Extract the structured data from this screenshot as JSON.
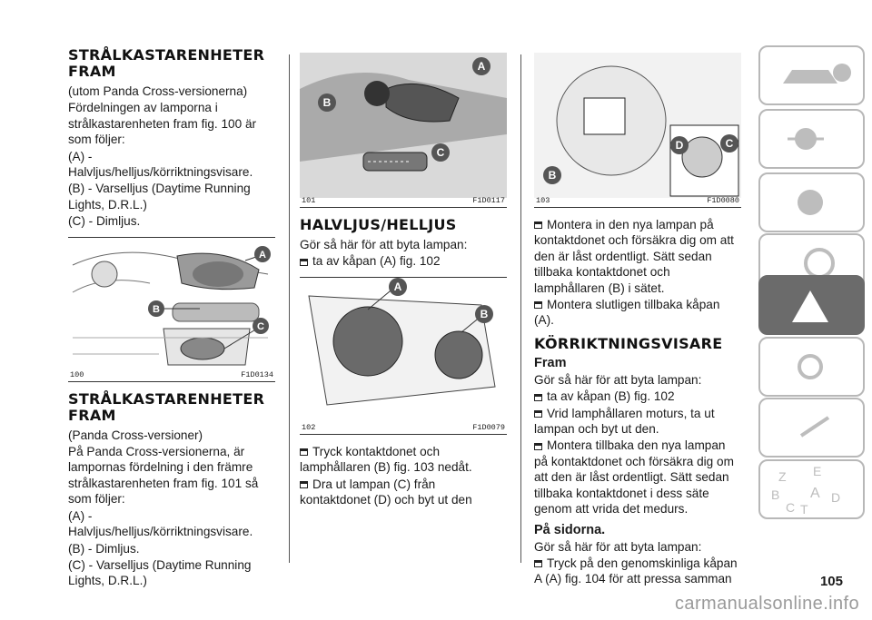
{
  "col1": {
    "heading1": "STRÅLKASTARENHETER FRAM",
    "lines1": [
      "(utom Panda Cross-versionerna)",
      "Fördelningen av lamporna i strålkastarenheten fram fig. 100 är som följer:",
      "(A) - Halvljus/helljus/körriktningsvisare.",
      "(B) - Varselljus (Daytime Running Lights, D.R.L.)",
      "(C) - Dimljus."
    ],
    "fig": {
      "num": "100",
      "code": "F1D0134",
      "callouts": [
        "A",
        "B",
        "C"
      ]
    },
    "heading2": "STRÅLKASTARENHETER FRAM",
    "lines2": [
      "(Panda Cross-versioner)",
      "På Panda Cross-versionerna, är lampornas fördelning i den främre strålkastarenheten fram fig. 101 så som följer:",
      "(A) - Halvljus/helljus/körriktningsvisare.",
      "(B) - Dimljus.",
      "(C) - Varselljus (Daytime Running Lights, D.R.L.)"
    ]
  },
  "col2": {
    "fig1": {
      "num": "101",
      "code": "F1D0117",
      "callouts": [
        "A",
        "B",
        "C"
      ]
    },
    "heading": "HALVLJUS/HELLJUS",
    "intro": "Gör så här för att byta lampan:",
    "bullet1": "ta av kåpan (A) fig. 102",
    "fig2": {
      "num": "102",
      "code": "F1D0079",
      "callouts": [
        "A",
        "B"
      ]
    },
    "bullets": [
      "Tryck kontaktdonet och lamphållaren (B) fig. 103 nedåt.",
      "Dra ut lampan (C) från kontaktdonet (D) och byt ut den"
    ]
  },
  "col3": {
    "fig": {
      "num": "103",
      "code": "F1D0080",
      "callouts": [
        "B",
        "D",
        "C"
      ]
    },
    "bullets1": [
      "Montera in den nya lampan på kontaktdonet och försäkra dig om att den är låst ordentligt. Sätt sedan tillbaka kontaktdonet och lamphållaren (B) i sätet.",
      "Montera slutligen tillbaka kåpan (A)."
    ],
    "heading": "KÖRRIKTNINGSVISARE",
    "sub1": "Fram",
    "intro1": "Gör så här för att byta lampan:",
    "bullets2": [
      "ta av kåpan (B) fig. 102",
      "Vrid lamphållaren moturs, ta ut lampan och byt ut den.",
      "Montera tillbaka den nya lampan på kontaktdonet och försäkra dig om att den är låst ordentligt. Sätt sedan tillbaka kontaktdonet i dess säte genom att vrida det medurs."
    ],
    "sub2": "På sidorna.",
    "intro2": "Gör så här för att byta lampan:",
    "bullets3": [
      "Tryck på den genomskinliga kåpan A (A) fig. 104 för att pressa samman"
    ]
  },
  "tabs": [
    {
      "icon": "car-info-icon",
      "active": false
    },
    {
      "icon": "lights-icon",
      "active": false
    },
    {
      "icon": "airbag-icon",
      "active": false
    },
    {
      "icon": "steering-wheel-icon",
      "active": false
    },
    {
      "icon": "car-warning-icon",
      "active": true
    },
    {
      "icon": "maintenance-icon",
      "active": false
    },
    {
      "icon": "multimedia-icon",
      "active": false
    },
    {
      "icon": "index-icon",
      "active": false
    }
  ],
  "index_letters": [
    "Z",
    "E",
    "B",
    "A",
    "D",
    "C",
    "T"
  ],
  "page_number": "105",
  "watermark": "carmanualsonline.info"
}
